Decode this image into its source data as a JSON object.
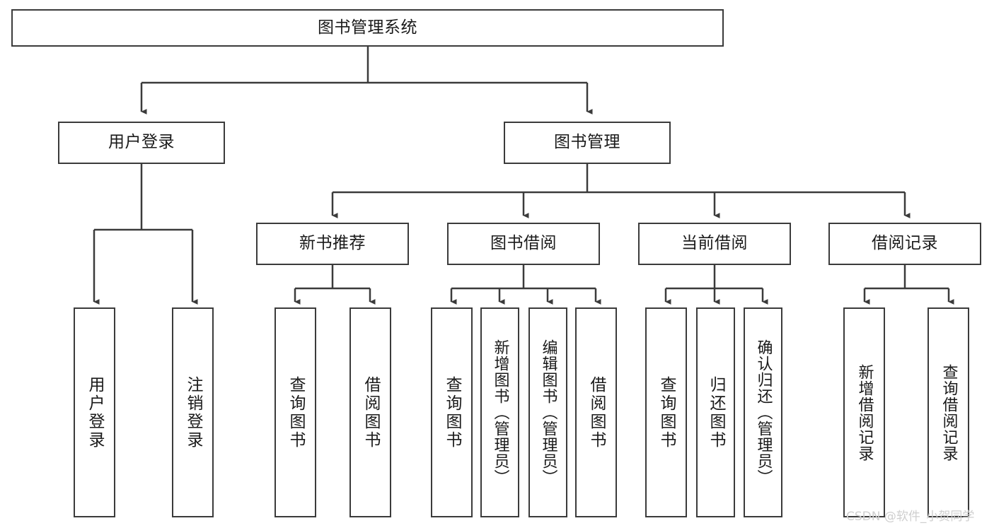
{
  "diagram": {
    "type": "hierarchy-tree",
    "title": "图书管理系统",
    "root": {
      "id": "root",
      "label": "图书管理系统"
    },
    "level2": [
      {
        "id": "user-login",
        "label": "用户登录"
      },
      {
        "id": "book-manage",
        "label": "图书管理"
      }
    ],
    "level3": [
      {
        "id": "new-book-rec",
        "label": "新书推荐",
        "parent": "book-manage"
      },
      {
        "id": "book-borrow",
        "label": "图书借阅",
        "parent": "book-manage"
      },
      {
        "id": "current-borrow",
        "label": "当前借阅",
        "parent": "book-manage"
      },
      {
        "id": "borrow-record",
        "label": "借阅记录",
        "parent": "book-manage"
      }
    ],
    "leaves": [
      {
        "id": "leaf-user-login",
        "label": "用户登录",
        "parent": "user-login"
      },
      {
        "id": "leaf-logout",
        "label": "注销登录",
        "parent": "user-login"
      },
      {
        "id": "leaf-query-book-1",
        "label": "查询图书",
        "parent": "new-book-rec"
      },
      {
        "id": "leaf-borrow-book-1",
        "label": "借阅图书",
        "parent": "new-book-rec"
      },
      {
        "id": "leaf-query-book-2",
        "label": "查询图书",
        "parent": "book-borrow"
      },
      {
        "id": "leaf-add-book",
        "label": "新增图书（管理员）",
        "parent": "book-borrow"
      },
      {
        "id": "leaf-edit-book",
        "label": "编辑图书（管理员）",
        "parent": "book-borrow"
      },
      {
        "id": "leaf-borrow-book-2",
        "label": "借阅图书",
        "parent": "book-borrow"
      },
      {
        "id": "leaf-query-book-3",
        "label": "查询图书",
        "parent": "current-borrow"
      },
      {
        "id": "leaf-return-book",
        "label": "归还图书",
        "parent": "current-borrow"
      },
      {
        "id": "leaf-confirm-return",
        "label": "确认归还（管理员）",
        "parent": "current-borrow"
      },
      {
        "id": "leaf-add-record",
        "label": "新增借阅记录",
        "parent": "borrow-record"
      },
      {
        "id": "leaf-query-record",
        "label": "查询借阅记录",
        "parent": "borrow-record"
      }
    ]
  },
  "watermark": {
    "text": "CSDN @软件_小贺同学"
  },
  "colors": {
    "stroke": "#3b3b3b",
    "box_fill": "#ffffff",
    "text": "#1a1a1a",
    "watermark": "#cfcfcf",
    "background": "#ffffff"
  }
}
